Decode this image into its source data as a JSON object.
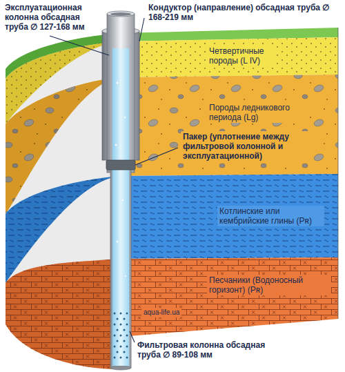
{
  "diagram": {
    "labels": [
      "Эксплуатационная колонна обсадная труба ∅ 127-168 мм",
      "Кондуктор (направление) обсадная труба ∅ 168-219 мм",
      "Четвертичные породы (L IV)",
      "Породы ледникового периода (Lg)",
      "Пакер (уплотнение между фильтровой колонной и эксплуатационной)",
      "Котлинские или кембрийские глины (Pʀ)",
      "Песчаники (Водоносный горизонт) (Pʀ)",
      "aqua-life.ua",
      "Фильтровая колонна обсадная труба ∅ 89-108 мм"
    ]
  }
}
